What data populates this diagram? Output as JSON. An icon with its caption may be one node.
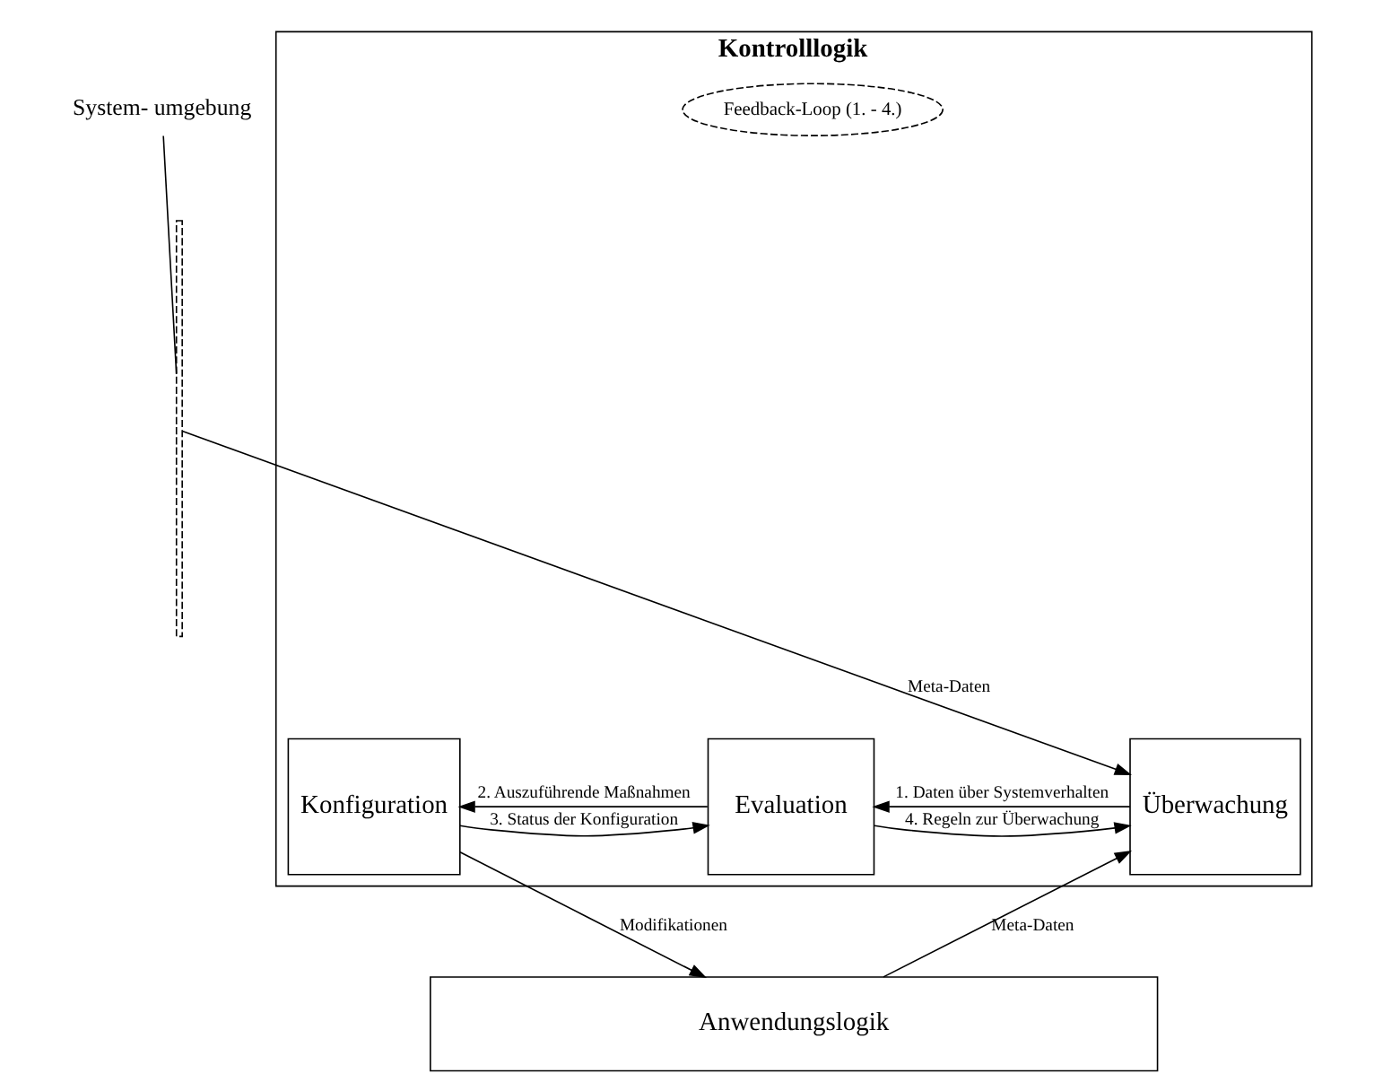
{
  "diagram": {
    "nodes": [
      {
        "text": [
          "System- umgebung"
        ]
      },
      {
        "text": [],
        "shape": "line"
      },
      {
        "text": [
          "Kontrolllogik"
        ]
      },
      {
        "text": [
          "Feedback-Loop (1. - 4.)"
        ],
        "in": 2
      },
      {
        "text": [
          "Überwachung"
        ],
        "in": 2
      },
      {
        "text": [
          "Evaluation"
        ],
        "in": 2
      },
      {
        "text": [
          "Konfiguration"
        ],
        "in": 2
      },
      {
        "text": [
          "Anwendungslogik"
        ]
      }
    ],
    "edges": [
      {
        "from": 0,
        "to": 1,
        "arrow": "none"
      },
      {
        "from": 4,
        "to": 5,
        "arrow": "to",
        "label": "1. Daten über Systemverhalten"
      },
      {
        "from": 5,
        "to": 6,
        "arrow": "to",
        "label": "2. Auszuführende Maßnahmen"
      },
      {
        "from": 6,
        "to": 5,
        "arrow": "to",
        "label": "3. Status der Konfiguration"
      },
      {
        "from": 5,
        "to": 4,
        "arrow": "to",
        "label": "4. Regeln zur Überwachung"
      },
      {
        "from": 1,
        "to": 4,
        "arrow": "to",
        "label": "Meta-Daten"
      },
      {
        "from": 7,
        "to": 4,
        "arrow": "to",
        "label": "Meta-Daten"
      },
      {
        "from": 6,
        "to": 7,
        "arrow": "to",
        "label": "Modifikationen"
      }
    ]
  }
}
